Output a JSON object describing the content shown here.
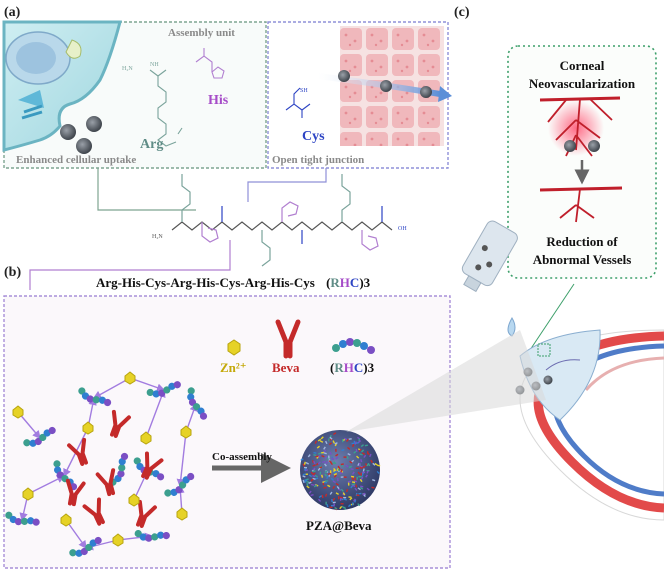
{
  "panel_a": {
    "label": "(a)",
    "assembly_unit": "Assembly unit",
    "arg": "Arg",
    "his": "His",
    "cys": "Cys",
    "enhanced_uptake": "Enhanced cellular uptake",
    "open_tight_junction": "Open tight junction"
  },
  "panel_b": {
    "label": "(b)",
    "sequence": "Arg-His-Cys-Arg-His-Cys-Arg-His-Cys",
    "seq_open": "(",
    "seq_r": "R",
    "seq_h": "H",
    "seq_c": "C",
    "seq_close": ")3",
    "zn": "Zn²⁺",
    "beva": "Beva",
    "rhc_open": "(",
    "rhc_r": "R",
    "rhc_h": "H",
    "rhc_c": "C",
    "rhc_close": ")3",
    "co_assembly": "Co-assembly",
    "product": "PZA@Beva"
  },
  "panel_c": {
    "label": "(c)",
    "cnv_line1": "Corneal",
    "cnv_line2": "Neovascularization",
    "reduction_line1": "Reduction of",
    "reduction_line2": "Abnormal Vessels"
  },
  "colors": {
    "arg": "#5f8c86",
    "his": "#a64cc8",
    "cys": "#2d44c4",
    "beva": "#c42a2a",
    "zn": "#d6c215",
    "panel_border_green": "#6f9a80",
    "panel_border_purple": "#9b7fd6",
    "dotted_green": "#3c9f6a"
  }
}
